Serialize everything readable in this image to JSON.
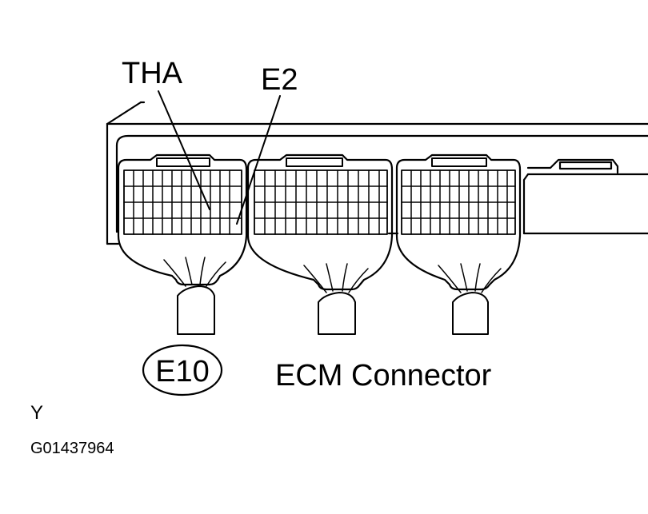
{
  "labels": {
    "pin_tha": "THA",
    "pin_e2": "E2",
    "connector_code": "E10",
    "connector_name": "ECM Connector",
    "corner_mark": "Y",
    "figure_id": "G01437964"
  },
  "colors": {
    "ink": "#000000",
    "background": "#ffffff"
  }
}
